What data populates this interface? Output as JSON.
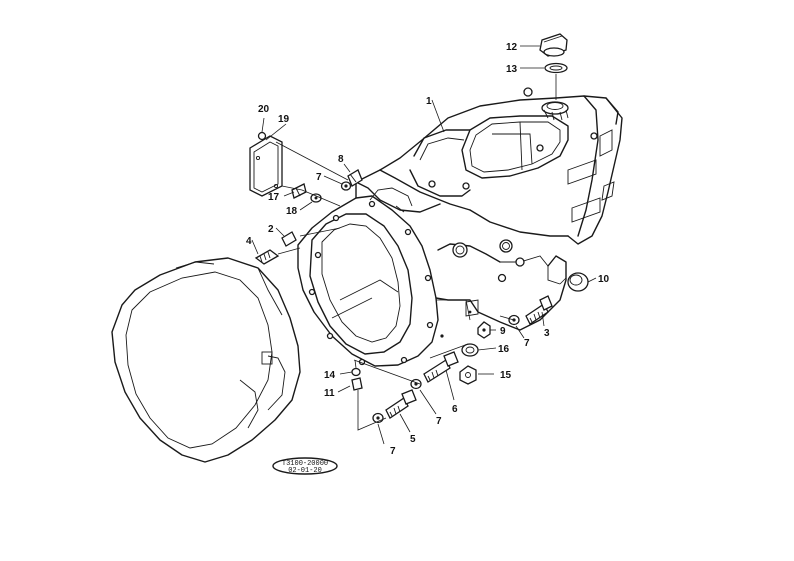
{
  "callouts": [
    {
      "id": "c1",
      "text": "1"
    },
    {
      "id": "c2",
      "text": "2"
    },
    {
      "id": "c3",
      "text": "3"
    },
    {
      "id": "c4",
      "text": "4"
    },
    {
      "id": "c5",
      "text": "5"
    },
    {
      "id": "c6",
      "text": "6"
    },
    {
      "id": "c7a",
      "text": "7"
    },
    {
      "id": "c7b",
      "text": "7"
    },
    {
      "id": "c7c",
      "text": "7"
    },
    {
      "id": "c7d",
      "text": "7"
    },
    {
      "id": "c8",
      "text": "8"
    },
    {
      "id": "c9",
      "text": "9"
    },
    {
      "id": "c10",
      "text": "10"
    },
    {
      "id": "c11",
      "text": "11"
    },
    {
      "id": "c12",
      "text": "12"
    },
    {
      "id": "c13",
      "text": "13"
    },
    {
      "id": "c14",
      "text": "14"
    },
    {
      "id": "c15",
      "text": "15"
    },
    {
      "id": "c16",
      "text": "16"
    },
    {
      "id": "c17",
      "text": "17"
    },
    {
      "id": "c18",
      "text": "18"
    },
    {
      "id": "c19",
      "text": "19"
    },
    {
      "id": "c20",
      "text": "20"
    }
  ],
  "reference_stamp": {
    "line1": "T3100-20000",
    "line2": "02-01-20"
  }
}
